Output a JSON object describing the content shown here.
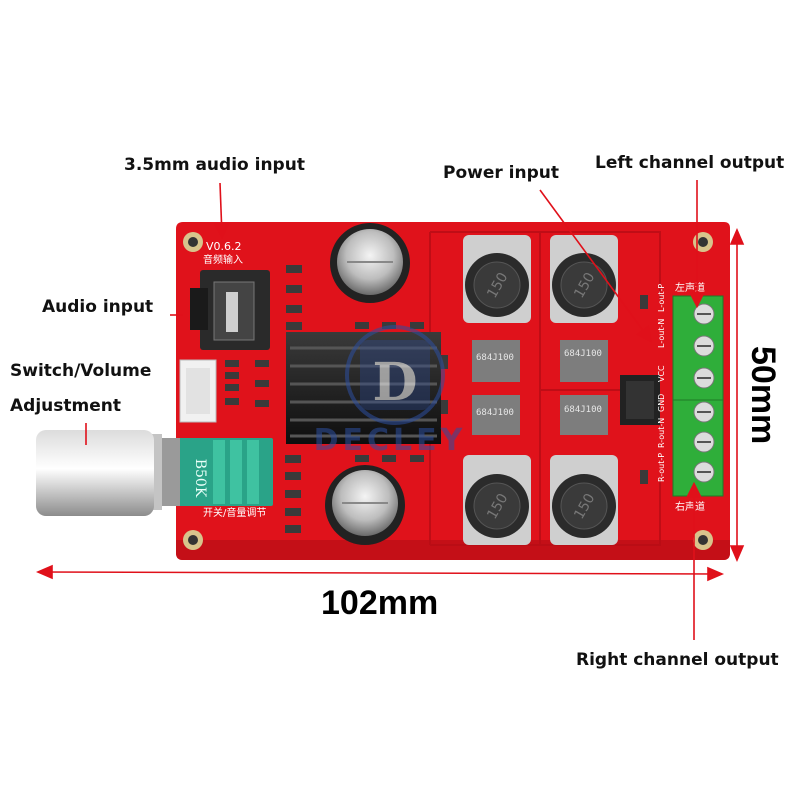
{
  "labels": {
    "audio_input_35": "3.5mm audio input",
    "power_input": "Power input",
    "left_channel_output": "Left channel output",
    "audio_input": "Audio input",
    "switch_volume": "Switch/Volume",
    "adjustment": "Adjustment",
    "right_channel_output": "Right channel output"
  },
  "dimensions": {
    "width": "102mm",
    "height": "50mm"
  },
  "board": {
    "version": "V0.6.2",
    "audio_input_cn": "音频输入",
    "switch_volume_cn": "开关/音量调节",
    "left_channel_cn": "左声道",
    "right_channel_cn": "右声道",
    "pot_value": "B50K",
    "inductor_marking": "150",
    "cap_marking": "684J100",
    "terminal_labels": [
      "L-out-P",
      "L-out-N",
      "VCC",
      "GND",
      "R-out-N",
      "R-out-P"
    ]
  },
  "watermark": {
    "letter": "D",
    "text": "DECLEY"
  },
  "colors": {
    "pcb": "#e0121b",
    "pcb_dark": "#b80d15",
    "terminal": "#2fae3a",
    "heatsink": "#1a1a1a",
    "arrow": "#e0101a"
  }
}
